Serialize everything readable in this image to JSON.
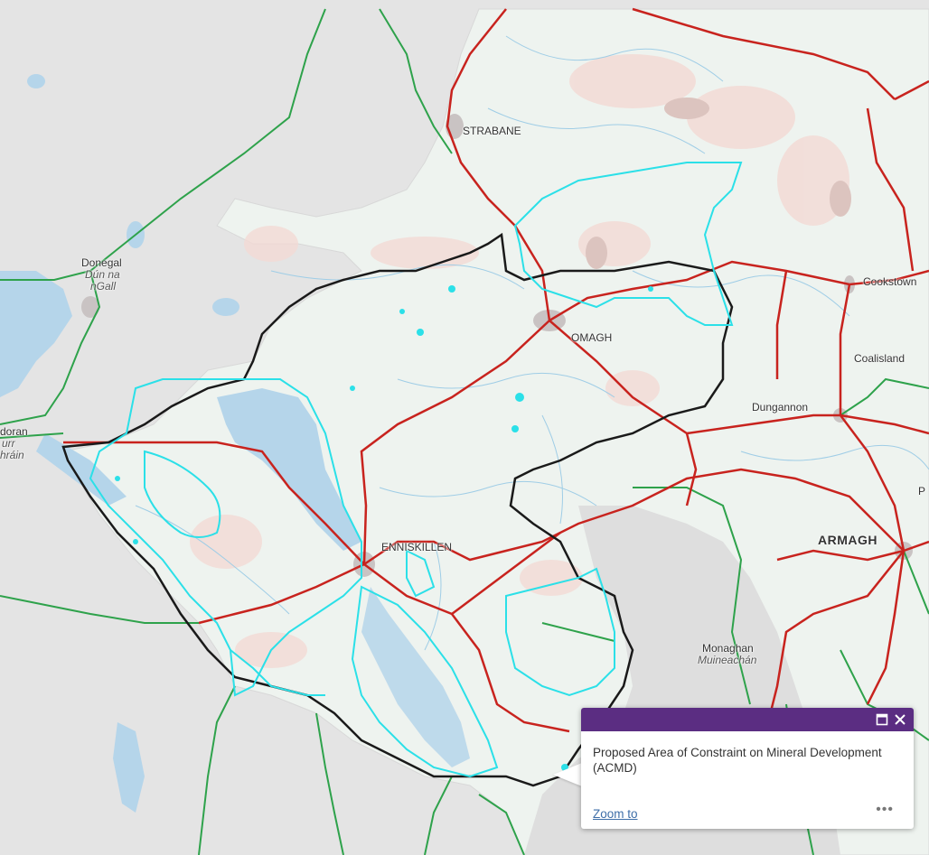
{
  "places": {
    "strabane": "STRABANE",
    "donegal": "Donegal",
    "dun_na": "Dún na",
    "ngall": "nGall",
    "omagh": "OMAGH",
    "cookstown": "Cookstown",
    "coalisland": "Coalisland",
    "dungannon": "Dungannon",
    "enniskillen": "ENNISKILLEN",
    "armagh": "ARMAGH",
    "monaghan": "Monaghan",
    "muineachan": "Muineachán",
    "doran": "doran",
    "urr": "urr",
    "hrain": "hráin",
    "p_edge": "P"
  },
  "popup": {
    "title": "Proposed Area of Constraint on Mineral Development (ACMD)",
    "zoom_label": "Zoom to",
    "more_label": "•••",
    "maximize_icon": "maximize-icon",
    "close_icon": "close-icon"
  },
  "colors": {
    "land_ni": "#eef3ef",
    "land_roi": "#dedede",
    "water": "#b5d5ea",
    "motorway": "#c8231e",
    "primary_road": "#2ea24b",
    "district_boundary": "#1a1a1a",
    "acmd_outline": "#2be0e8",
    "popup_header": "#5b2d82"
  }
}
